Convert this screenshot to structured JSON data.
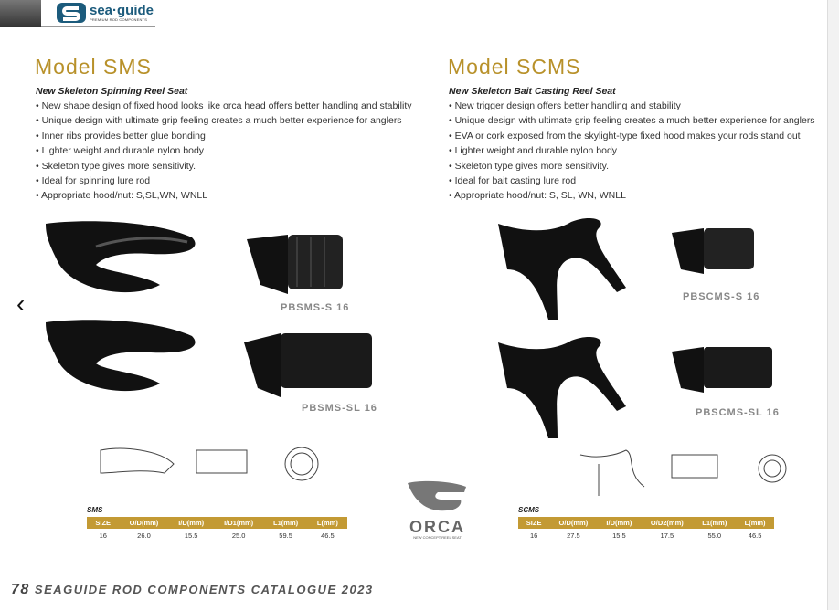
{
  "brand": {
    "name": "sea·guide",
    "tagline": "PREMIUM ROD COMPONENTS"
  },
  "left": {
    "title": "Model  SMS",
    "subtitle": "New Skeleton Spinning Reel Seat",
    "bullets": [
      "New shape design of fixed hood looks like orca head offers better handling and stability",
      "Unique design with ultimate grip feeling creates a much better experience for anglers",
      "Inner ribs provides better glue bonding",
      "Lighter weight and durable nylon body",
      "Skeleton type gives more sensitivity.",
      "Ideal for spinning lure rod",
      "Appropriate hood/nut: S,SL,WN, WNLL"
    ],
    "products": [
      "PBSMS-S 16",
      "PBSMS-SL 16"
    ],
    "table": {
      "label": "SMS",
      "headers": [
        "SIZE",
        "O/D(mm)",
        "I/D(mm)",
        "I/D1(mm)",
        "L1(mm)",
        "L(mm)"
      ],
      "rows": [
        [
          "16",
          "26.0",
          "15.5",
          "25.0",
          "59.5",
          "46.5"
        ]
      ]
    }
  },
  "right": {
    "title": "Model  SCMS",
    "subtitle": "New Skeleton Bait Casting Reel Seat",
    "bullets": [
      "New trigger design offers better handling and stability",
      "Unique design with ultimate grip feeling creates a much better experience for anglers",
      "EVA or cork exposed from the skylight-type fixed hood makes your rods stand out",
      "Lighter weight and durable nylon body",
      "Skeleton type gives more sensitivity.",
      "Ideal for bait casting lure rod",
      "Appropriate hood/nut: S, SL, WN, WNLL"
    ],
    "products": [
      "PBSCMS-S 16",
      "PBSCMS-SL 16"
    ],
    "table": {
      "label": "SCMS",
      "headers": [
        "SIZE",
        "O/D(mm)",
        "I/D(mm)",
        "O/D2(mm)",
        "L1(mm)",
        "L(mm)"
      ],
      "rows": [
        [
          "16",
          "27.5",
          "15.5",
          "17.5",
          "55.0",
          "46.5"
        ]
      ]
    }
  },
  "orca": {
    "name": "ORCA",
    "tagline": "NEW CONCEPT REEL SEAT"
  },
  "footer": {
    "page": "78",
    "text": "SEAGUIDE ROD COMPONENTS CATALOGUE 2023"
  }
}
